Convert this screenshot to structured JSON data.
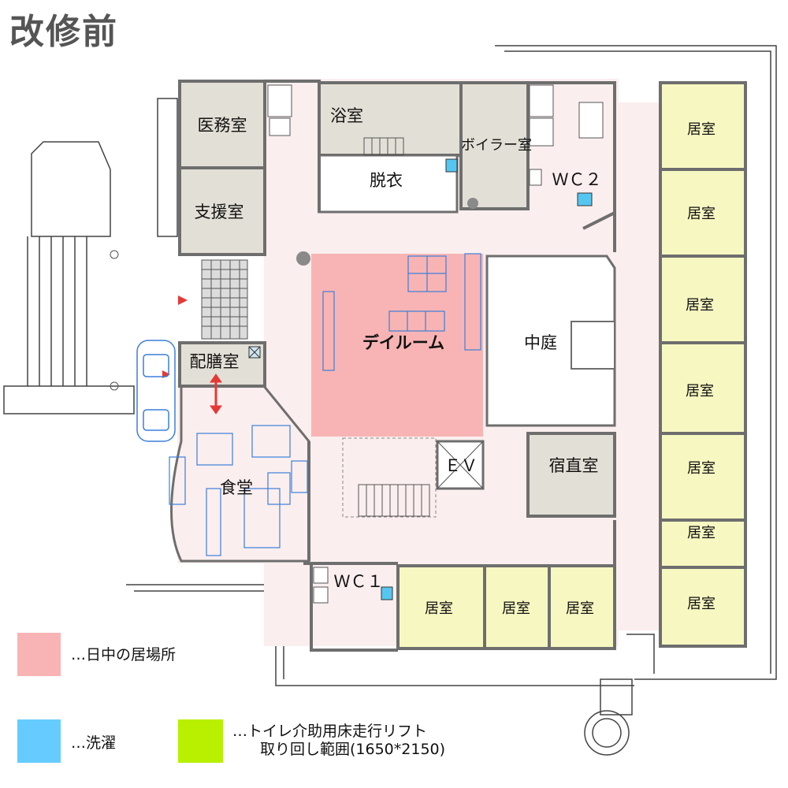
{
  "title": "改修前",
  "rooms": {
    "imushitsu": "医務室",
    "shienshitsu": "支援室",
    "yokushitsu": "浴室",
    "datsui": "脱衣",
    "boiler": "ボイラー室",
    "wc2": "ＷＣ２",
    "dayroom": "デイルーム",
    "nakaniwa": "中庭",
    "haizen": "配膳室",
    "shokudo": "食堂",
    "ev": "ＥＶ",
    "shukuchoku": "宿直室",
    "wc1": "ＷＣ１",
    "kyoshitsu_label": "居室"
  },
  "legend": [
    {
      "color": "#f8b4b4",
      "text": "…日中の居場所"
    },
    {
      "color": "#66ccff",
      "text": "…洗濯"
    },
    {
      "color": "#b8f000",
      "text": "…トイレ介助用床走行リフト",
      "text2": "取り回し範囲(1650*2150)"
    }
  ],
  "colors": {
    "day_area": "#f8b4b4",
    "corridor": "#fbeeee",
    "service": "#e2e0d6",
    "resident": "#f7f7c2",
    "wall": "#6e6e6e"
  }
}
